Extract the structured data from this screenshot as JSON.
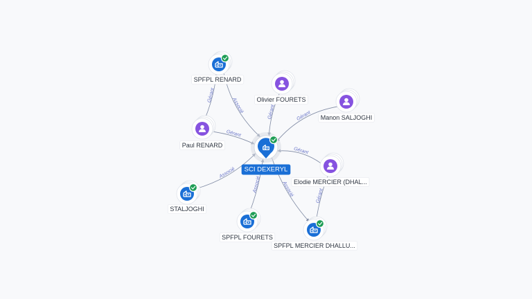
{
  "colors": {
    "company": "#1a6fd6",
    "person": "#8653e0",
    "check": "#1e9d55",
    "edge": "#7f8aa3",
    "edge_label": "#6a76c8",
    "center_label_bg": "#1a6fd6"
  },
  "center": {
    "id": "sci",
    "label": "SCI DEXERYL",
    "type": "company",
    "verified": true,
    "icon": "building-pin-icon"
  },
  "nodes": [
    {
      "id": "spfpl-renard",
      "label": "SPFPL RENARD",
      "type": "company",
      "verified": true,
      "icon": "building-icon"
    },
    {
      "id": "olivier",
      "label": "Olivier FOURETS",
      "type": "person",
      "verified": false,
      "icon": "person-icon"
    },
    {
      "id": "manon",
      "label": "Manon SALJOGHI",
      "type": "person",
      "verified": false,
      "icon": "person-icon"
    },
    {
      "id": "paul",
      "label": "Paul RENARD",
      "type": "person",
      "verified": false,
      "icon": "person-icon"
    },
    {
      "id": "elodie",
      "label": "Elodie MERCIER (DHAL...",
      "type": "person",
      "verified": false,
      "icon": "person-icon"
    },
    {
      "id": "staljoghi",
      "label": "STALJOGHI",
      "type": "company",
      "verified": true,
      "icon": "building-icon"
    },
    {
      "id": "spfpl-fourets",
      "label": "SPFPL FOURETS",
      "type": "company",
      "verified": true,
      "icon": "building-icon"
    },
    {
      "id": "spfpl-mercier",
      "label": "SPFPL MERCIER DHALLU...",
      "type": "company",
      "verified": true,
      "icon": "building-icon"
    }
  ],
  "edges": [
    {
      "from": "spfpl-renard",
      "to": "sci",
      "label": "Associé"
    },
    {
      "from": "paul",
      "to": "spfpl-renard",
      "label": "Gérant"
    },
    {
      "from": "paul",
      "to": "sci",
      "label": "Gérant"
    },
    {
      "from": "olivier",
      "to": "sci",
      "label": "Gérant"
    },
    {
      "from": "manon",
      "to": "sci",
      "label": "Gérant"
    },
    {
      "from": "elodie",
      "to": "sci",
      "label": "Gérant"
    },
    {
      "from": "staljoghi",
      "to": "sci",
      "label": "Associé"
    },
    {
      "from": "spfpl-fourets",
      "to": "sci",
      "label": "Associé"
    },
    {
      "from": "sci",
      "to": "spfpl-mercier",
      "label": "Associé"
    },
    {
      "from": "elodie",
      "to": "spfpl-mercier",
      "label": "Gérant"
    }
  ]
}
